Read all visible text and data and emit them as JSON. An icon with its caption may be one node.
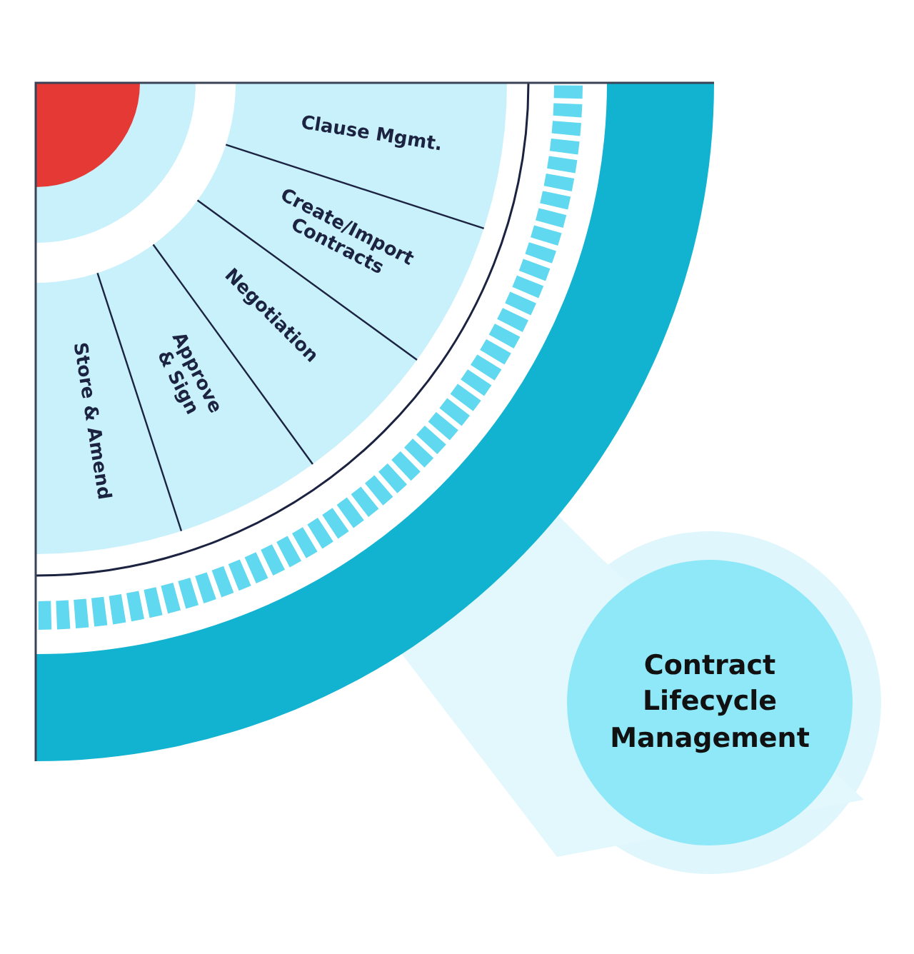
{
  "diagram": {
    "nodes": [
      {
        "text": [
          "Clause Mgmt."
        ]
      },
      {
        "text": [
          "Create/Import Contracts"
        ]
      },
      {
        "text": [
          "Negotiation"
        ]
      },
      {
        "text": [
          "Approve & Sign"
        ]
      },
      {
        "text": [
          "Store & Amend"
        ]
      },
      {
        "text": [
          "Contract Lifecycle Management"
        ]
      }
    ],
    "edges": []
  }
}
